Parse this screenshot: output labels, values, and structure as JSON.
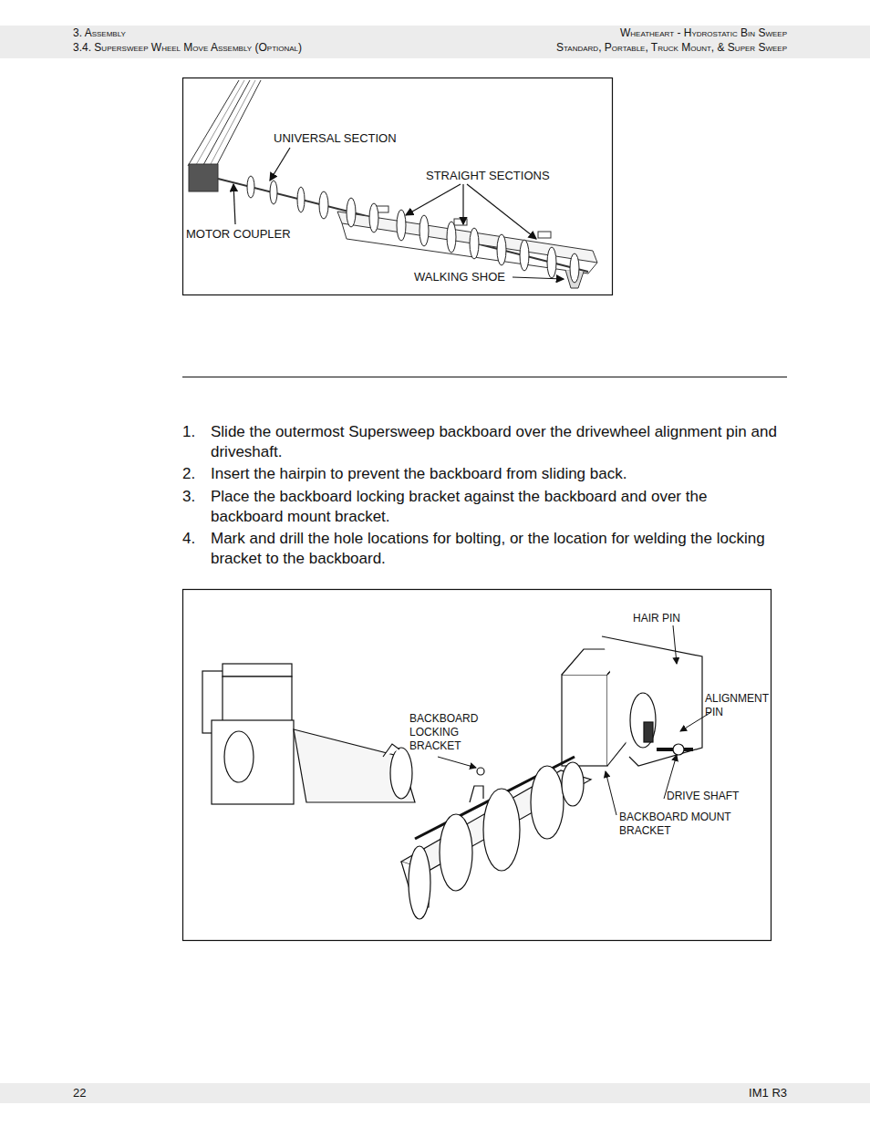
{
  "diagram": {
    "labels": [
      "3. Assembly",
      "3.4. Supersweep Wheel Move Assembly (Optional)",
      "Wheatheart - Hydrostatic Bin Sweep",
      "Standard, Portable, Truck Mount, & Super Sweep",
      "UNIVERSAL SECTION",
      "STRAIGHT SECTIONS",
      "MOTOR COUPLER",
      "WALKING SHOE",
      "1.",
      "Slide the outermost Supersweep backboard over the drivewheel alignment pin and driveshaft.",
      "2.",
      "Insert the hairpin to prevent the backboard from sliding back.",
      "3.",
      "Place the backboard locking bracket against the backboard and over the backboard mount bracket.",
      "4.",
      "Mark and drill the hole locations for bolting, or the location for welding the locking bracket to the backboard.",
      "HAIR PIN",
      "ALIGNMENT PIN",
      "BACKBOARD LOCKING BRACKET",
      "DRIVE SHAFT",
      "BACKBOARD MOUNT BRACKET",
      "22",
      "IM1 R3"
    ]
  }
}
